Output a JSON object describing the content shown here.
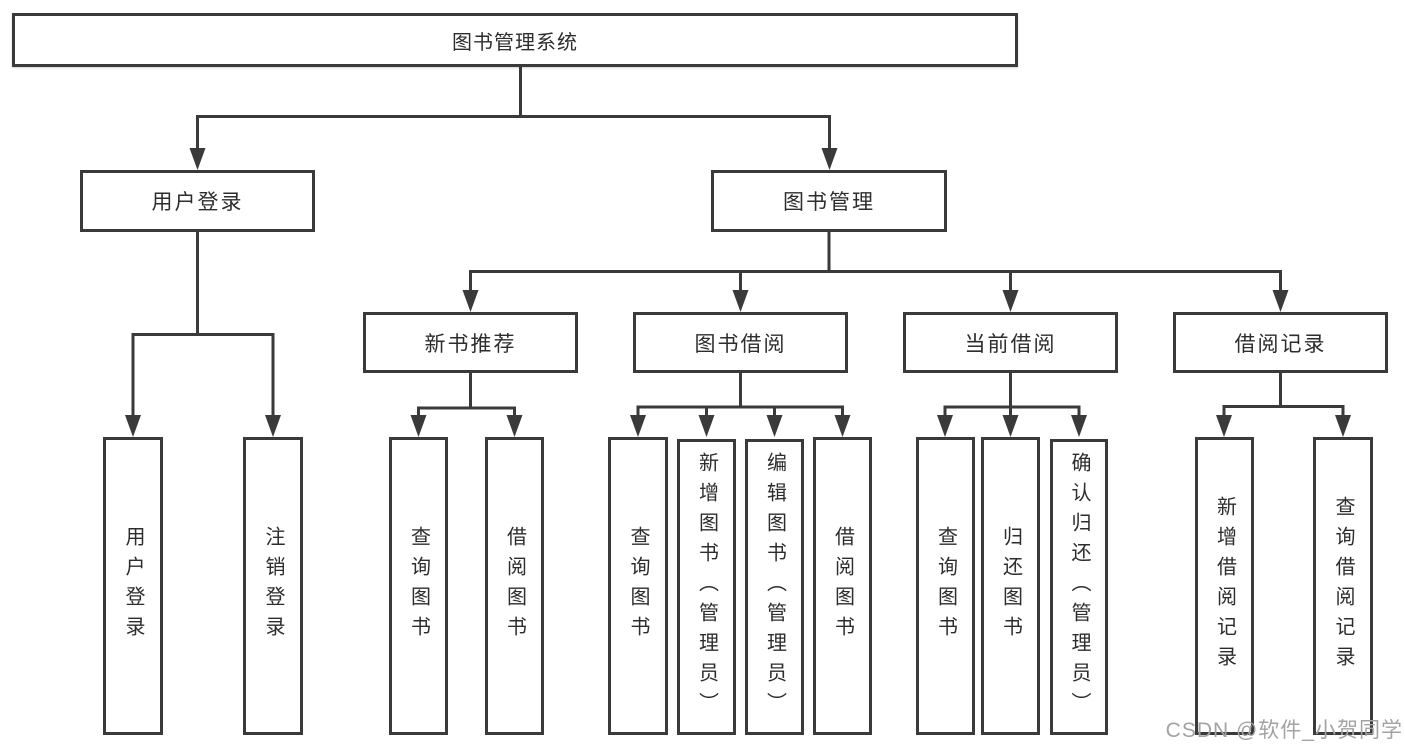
{
  "tree": {
    "root": {
      "label": "图书管理系统"
    },
    "branches": [
      {
        "label": "用户登录",
        "children": [
          "用户登录",
          "注销登录"
        ]
      },
      {
        "label": "图书管理"
      }
    ],
    "modules": [
      {
        "label": "新书推荐",
        "children": [
          "查询图书",
          "借阅图书"
        ]
      },
      {
        "label": "图书借阅",
        "children": [
          "查询图书",
          "新增图书（管理员）",
          "编辑图书（管理员）",
          "借阅图书"
        ]
      },
      {
        "label": "当前借阅",
        "children": [
          "查询图书",
          "归还图书",
          "确认归还（管理员）"
        ]
      },
      {
        "label": "借阅记录",
        "children": [
          "新增借阅记录",
          "查询借阅记录"
        ]
      }
    ]
  },
  "watermark": "CSDN @软件_小贺同学",
  "colors": {
    "line": "#3a3a3a",
    "text": "#2d2d2d",
    "watermark": "#a3a3a3",
    "background": "#ffffff"
  }
}
